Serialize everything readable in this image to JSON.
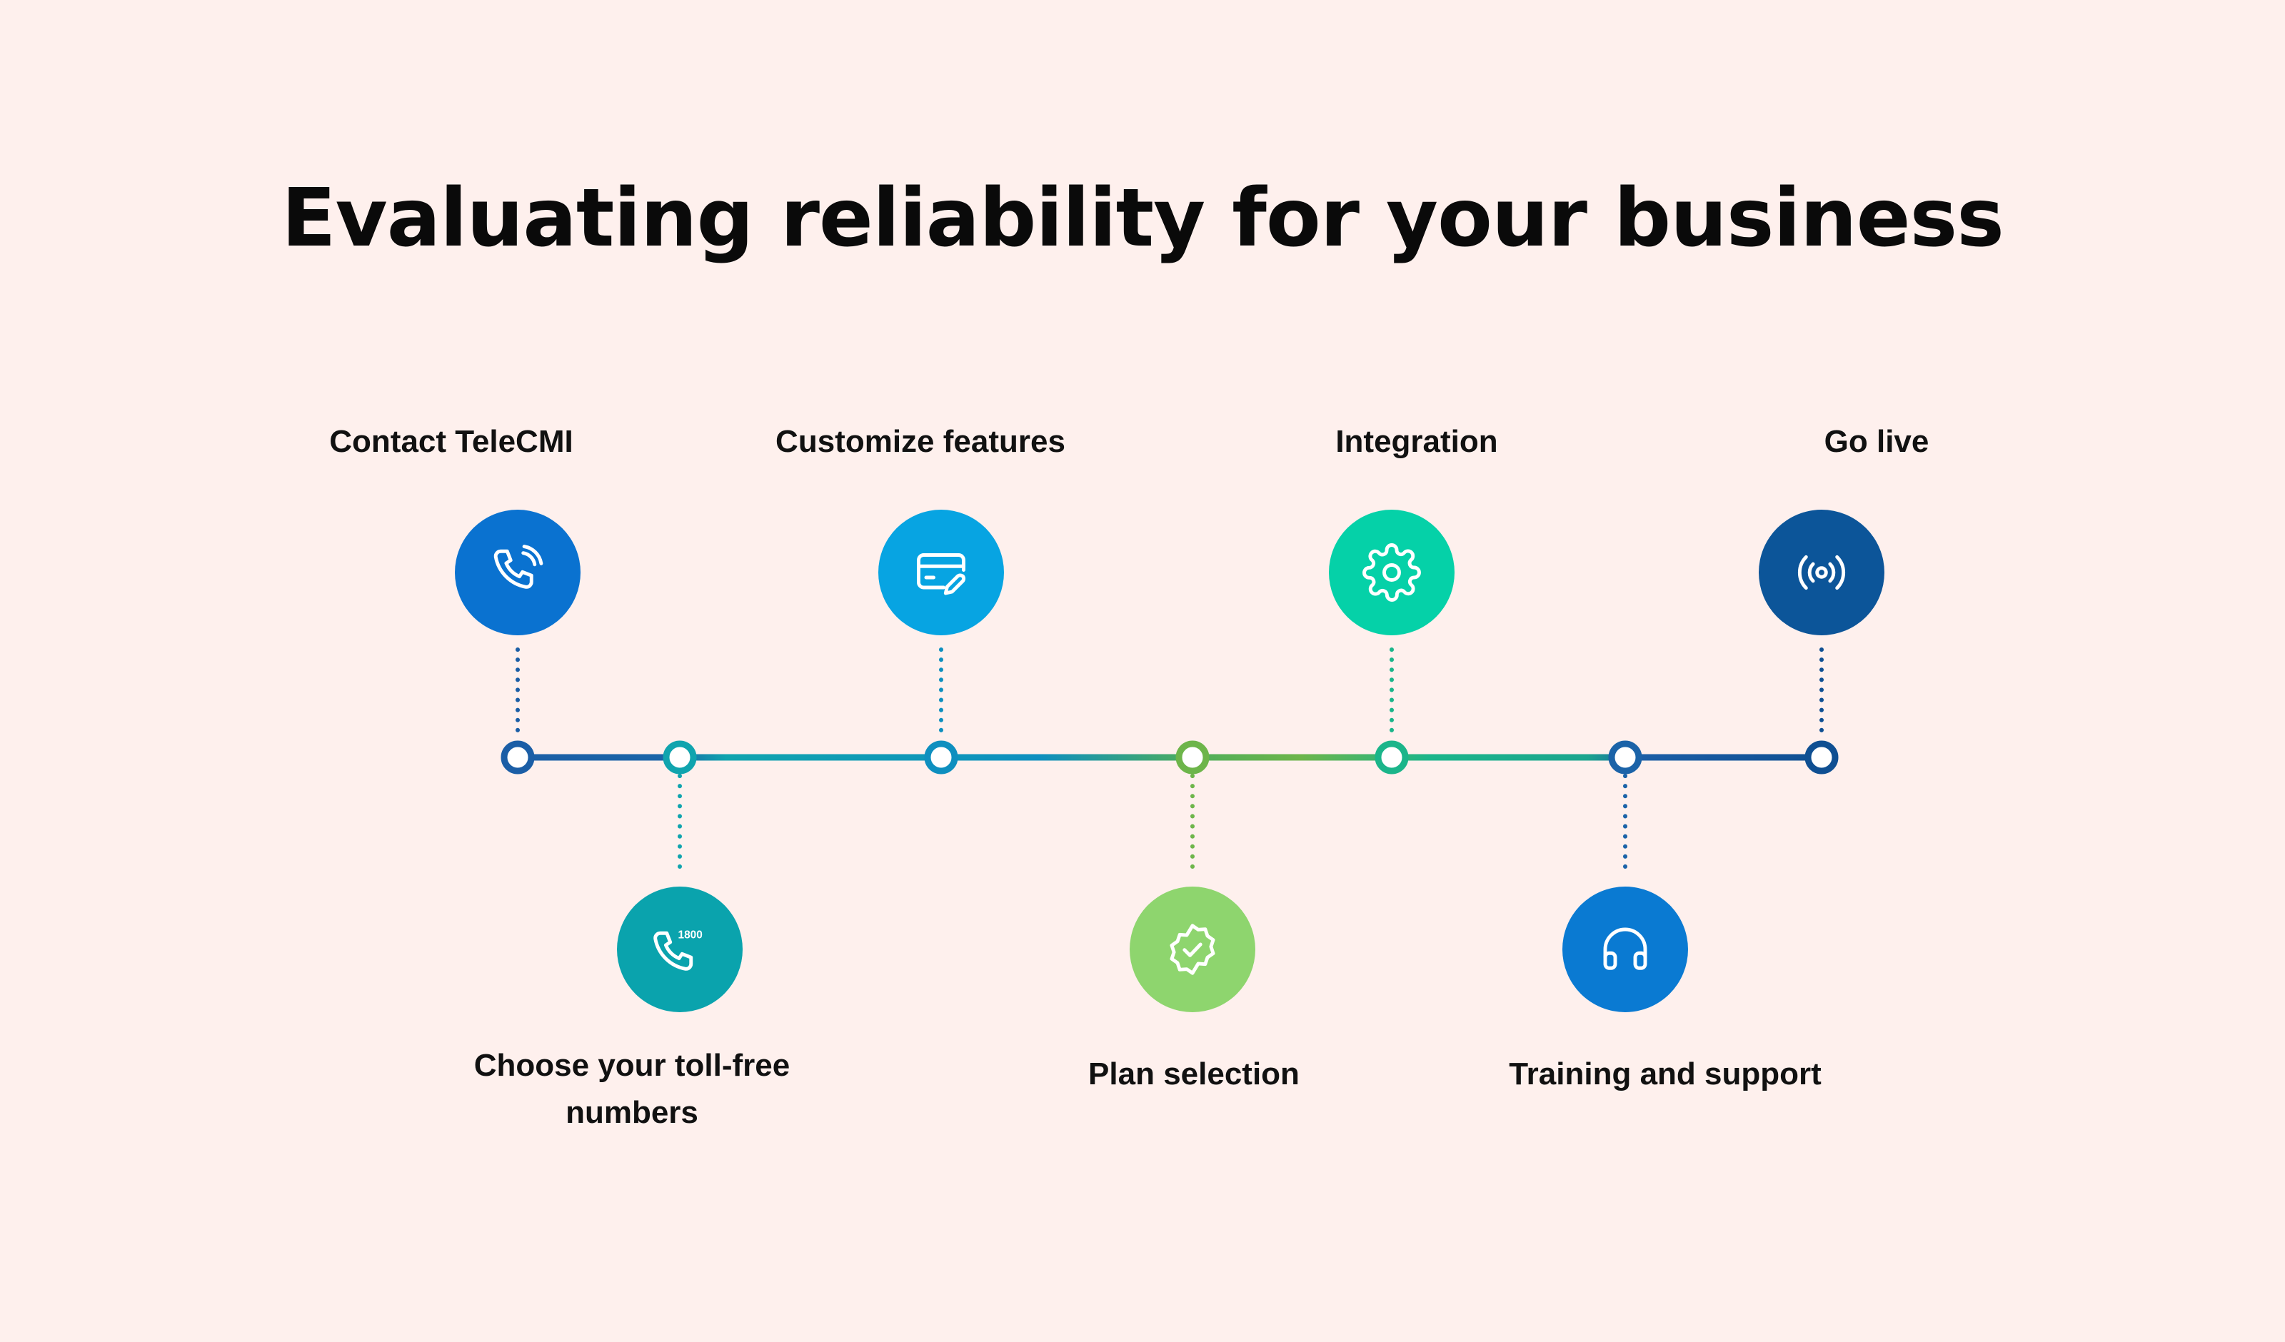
{
  "title": "Evaluating reliability for your business",
  "colors": {
    "background": "#FEF0ED",
    "text": "#111111"
  },
  "steps": [
    {
      "label": "Contact TeleCMI",
      "icon": "phone-ringing-icon",
      "color": "#0A72D0",
      "line_color": "#1B5EA6",
      "position": "top"
    },
    {
      "label": "Choose your toll-free numbers",
      "icon": "phone-1800-icon",
      "icon_text": "1800",
      "color": "#0AA3AD",
      "line_color": "#10A4AE",
      "position": "bottom"
    },
    {
      "label": "Customize features",
      "icon": "card-edit-icon",
      "color": "#07A4E2",
      "line_color": "#0E8FBF",
      "position": "top"
    },
    {
      "label": "Plan selection",
      "icon": "verified-badge-icon",
      "color": "#8ED56E",
      "line_color": "#6DB54A",
      "position": "bottom"
    },
    {
      "label": "Integration",
      "icon": "gear-icon",
      "color": "#05D1A8",
      "line_color": "#1BB58A",
      "position": "top"
    },
    {
      "label": "Training and support",
      "icon": "headphones-icon",
      "color": "#0A7AD2",
      "line_color": "#1B63A8",
      "position": "bottom"
    },
    {
      "label": "Go live",
      "icon": "broadcast-icon",
      "color": "#0C5599",
      "line_color": "#0F4F92",
      "position": "top"
    }
  ]
}
